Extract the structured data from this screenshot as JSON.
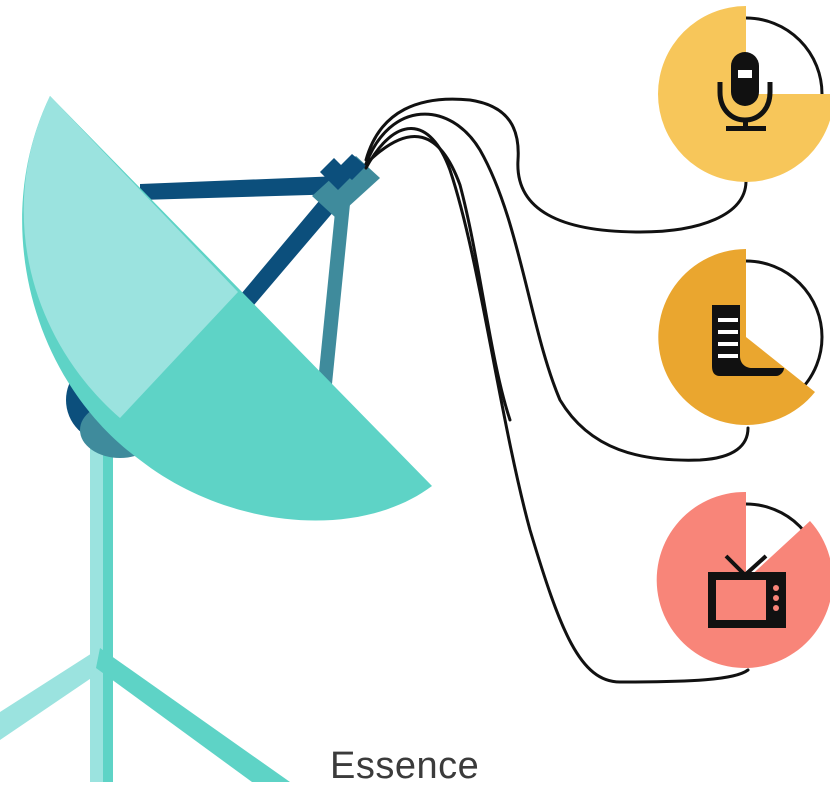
{
  "caption": "Essence",
  "icons": [
    {
      "name": "microphone-icon",
      "pie_color": "#f7c65a",
      "pie_fraction": 0.75
    },
    {
      "name": "document-icon",
      "pie_color": "#eaa62f",
      "pie_fraction": 0.65
    },
    {
      "name": "television-icon",
      "pie_color": "#f88579",
      "pie_fraction": 0.85
    }
  ],
  "colors": {
    "dish_light": "#9be3df",
    "dish_dark": "#5ed3c6",
    "strut_navy": "#0c4f7c",
    "strut_teal": "#3f8b9c",
    "stand": "#5ed3c6",
    "stand_light": "#9be3df",
    "cable": "#111111"
  }
}
